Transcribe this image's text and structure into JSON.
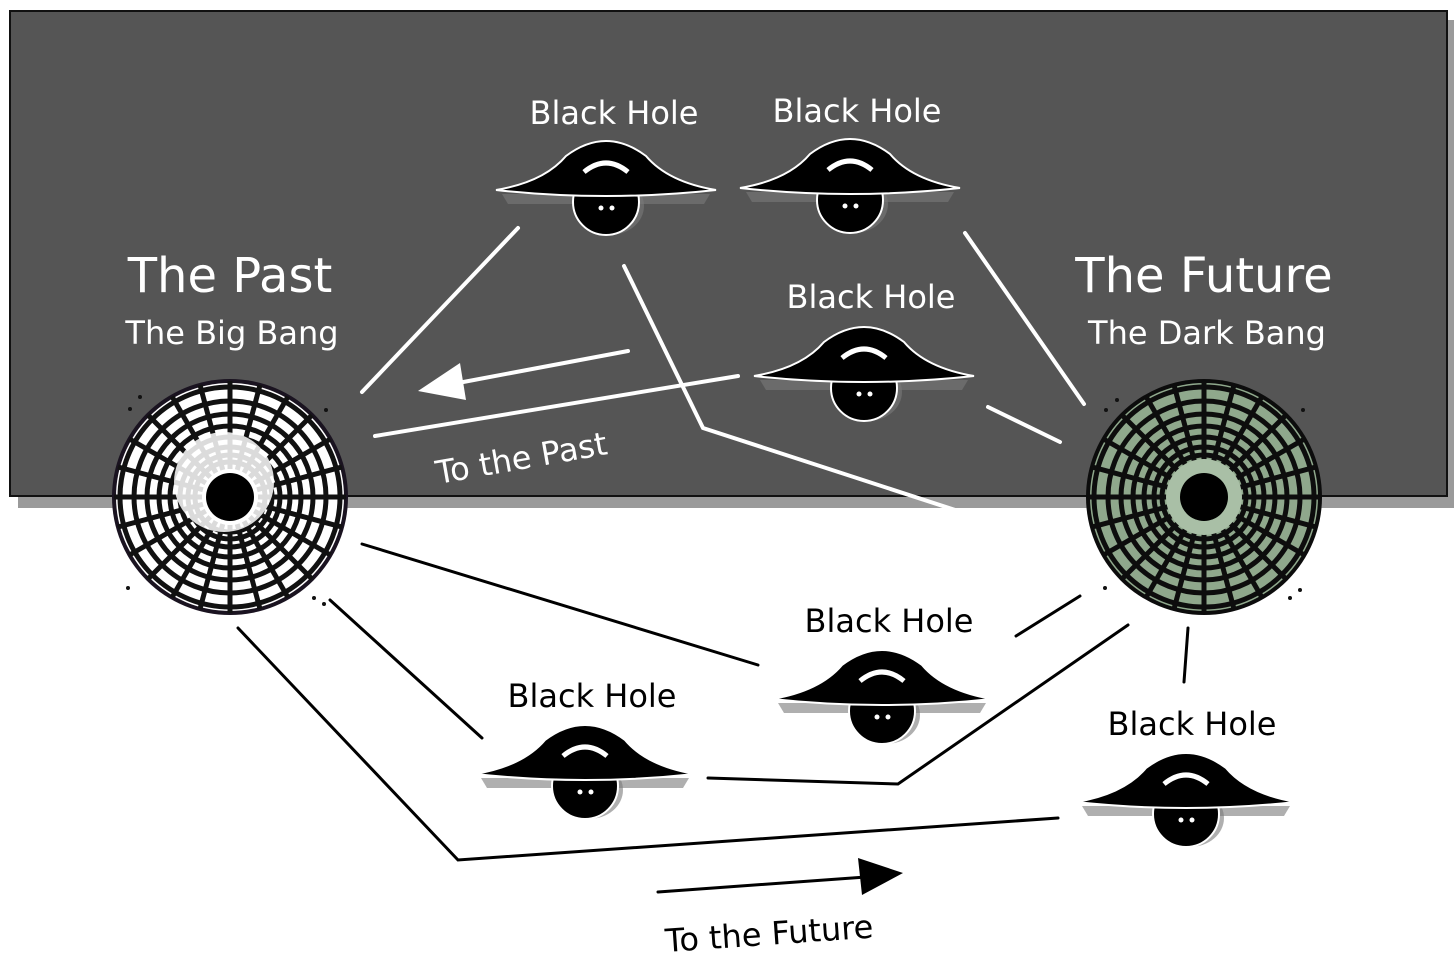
{
  "past": {
    "title": "The Past",
    "subtitle": "The Big Bang"
  },
  "future": {
    "title": "The Future",
    "subtitle": "The Dark Bang"
  },
  "black_holes": [
    {
      "label": "Black Hole"
    },
    {
      "label": "Black Hole"
    },
    {
      "label": "Black Hole"
    },
    {
      "label": "Black Hole"
    },
    {
      "label": "Black Hole"
    },
    {
      "label": "Black Hole"
    }
  ],
  "arrows": {
    "to_past": "To the Past",
    "to_future": "To the Future"
  },
  "colors": {
    "top_panel": "#555555",
    "past_grid": "#ffffff",
    "future_grid": "#8fa88c",
    "line_on_dark": "#ffffff",
    "line_on_light": "#000000"
  }
}
